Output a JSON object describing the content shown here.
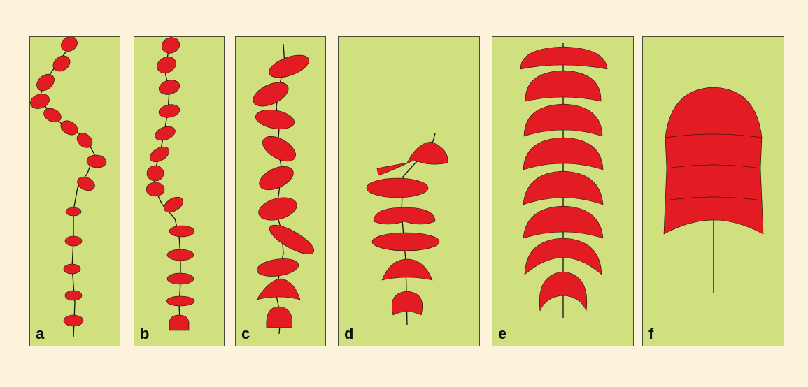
{
  "colors": {
    "background": "#fdf2da",
    "panel": "#d0e07e",
    "segment": "#e31b23",
    "stroke": "#111111"
  },
  "panels": [
    {
      "label": "a"
    },
    {
      "label": "b"
    },
    {
      "label": "c"
    },
    {
      "label": "d"
    },
    {
      "label": "e"
    },
    {
      "label": "f"
    }
  ]
}
